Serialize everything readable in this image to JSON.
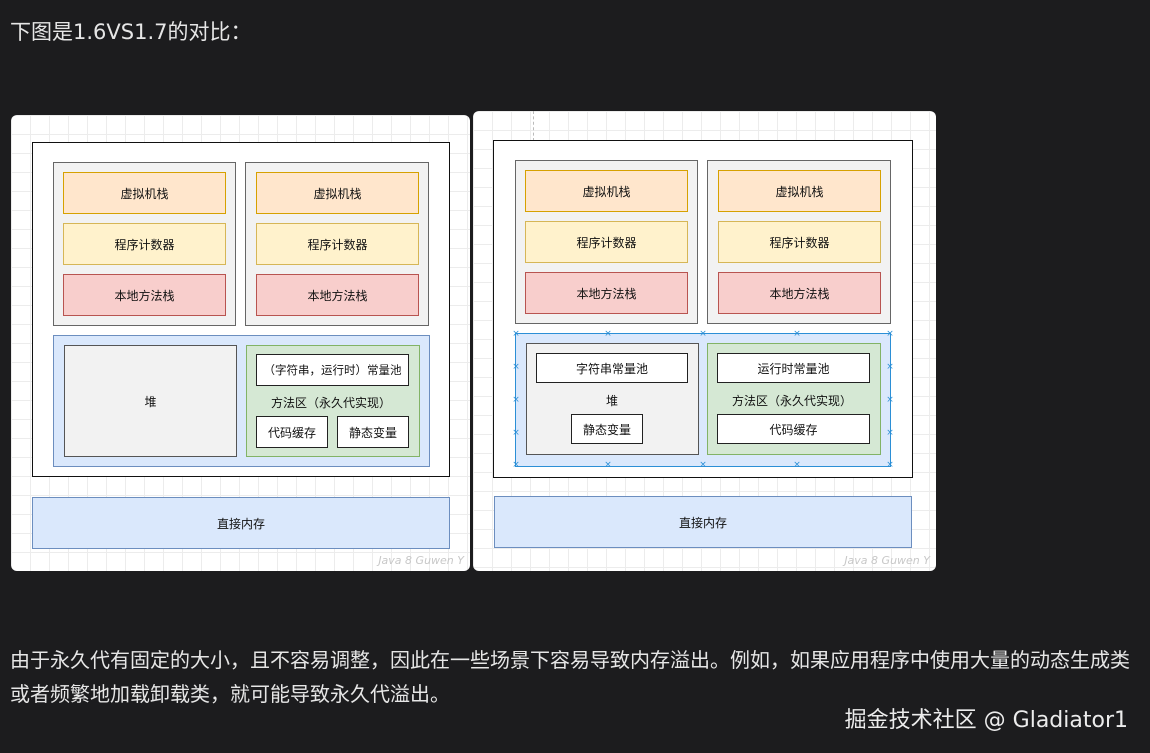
{
  "heading": "下图是1.6VS1.7的对比：",
  "diagram_1_6": {
    "threads": [
      {
        "vm_stack": "虚拟机栈",
        "pc_register": "程序计数器",
        "native_stack": "本地方法栈"
      },
      {
        "vm_stack": "虚拟机栈",
        "pc_register": "程序计数器",
        "native_stack": "本地方法栈"
      }
    ],
    "heap": "堆",
    "constant_pool": "（字符串，运行时）常量池",
    "method_area": "方法区（永久代实现）",
    "code_cache": "代码缓存",
    "static_vars": "静态变量",
    "direct_memory": "直接内存",
    "watermark": "Java 8 Guwen Y"
  },
  "diagram_1_7": {
    "threads": [
      {
        "vm_stack": "虚拟机栈",
        "pc_register": "程序计数器",
        "native_stack": "本地方法栈"
      },
      {
        "vm_stack": "虚拟机栈",
        "pc_register": "程序计数器",
        "native_stack": "本地方法栈"
      }
    ],
    "string_pool": "字符串常量池",
    "heap": "堆",
    "static_vars": "静态变量",
    "runtime_pool": "运行时常量池",
    "method_area": "方法区（永久代实现）",
    "code_cache": "代码缓存",
    "direct_memory": "直接内存",
    "watermark": "Java 8 Guwen Y"
  },
  "paragraph": "由于永久代有固定的大小，且不容易调整，因此在一些场景下容易导致内存溢出。例如，如果应用程序中使用大量的动态生成类或者频繁地加载卸载类，就可能导致永久代溢出。",
  "credit": "掘金技术社区 @ Gladiator1",
  "colors": {
    "page_bg": "#1c1c1e",
    "vm_stack": "#ffe6cc",
    "pc_register": "#fff2cc",
    "native_stack": "#f8cecc",
    "heap_area": "#dae8fc",
    "method_area": "#d5e8d4"
  }
}
